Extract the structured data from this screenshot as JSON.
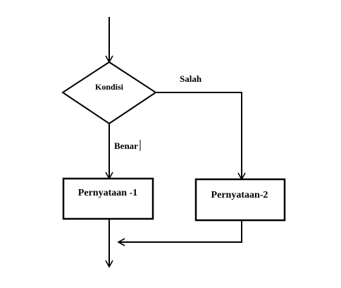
{
  "flowchart": {
    "decision": {
      "label": "Kondisi"
    },
    "branches": {
      "false_label": "Salah",
      "true_label": "Benar"
    },
    "statements": [
      {
        "label": "Pernyataan -1"
      },
      {
        "label": "Pernyataan-2"
      }
    ],
    "colors": {
      "stroke": "#000000",
      "background": "#ffffff"
    }
  }
}
